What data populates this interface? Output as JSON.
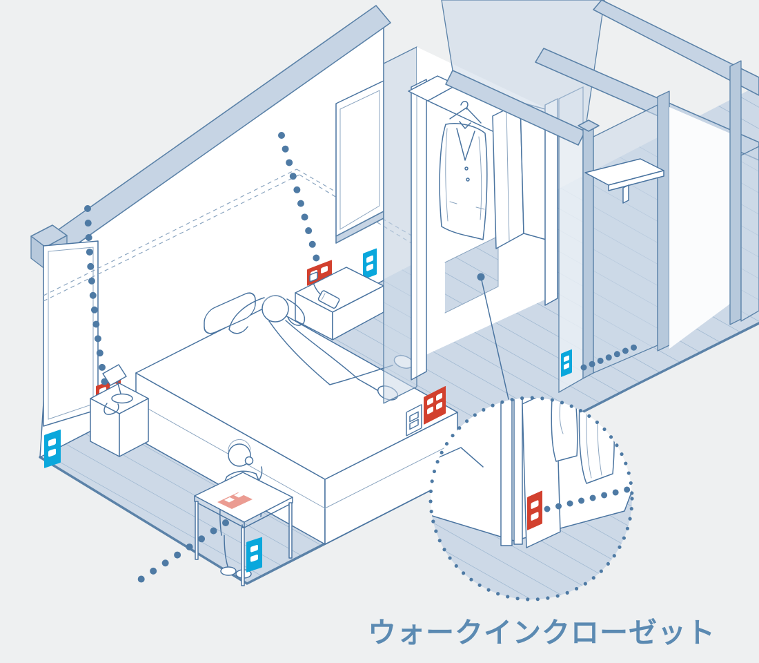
{
  "illustration": {
    "caption": "ウォークインクローゼット",
    "scene": "isometric cutaway of a bedroom and walk-in closet",
    "icons": {
      "red_marker": "outlet-marker",
      "blue_marker": "switch-marker",
      "magnifier": "magnifier-circle",
      "trail": "dotted-leader-trail"
    }
  },
  "colors": {
    "bg": "#eef0f1",
    "white": "#ffffff",
    "line": "#4a74a0",
    "line_bold": "#5b82a8",
    "line_soft": "#8ba5c0",
    "wall_top": "#c6d4e4",
    "glass": "#ccd9e8",
    "post": "#b7c9dc",
    "floor": "#cdd9e7",
    "floor_line": "#94b0cb",
    "outlet": "#d2402e",
    "outlet_soft": "#eb9c92",
    "switch": "#0aa7dc",
    "dots": "#4e7aa4",
    "caption": "#5b8ab2"
  }
}
